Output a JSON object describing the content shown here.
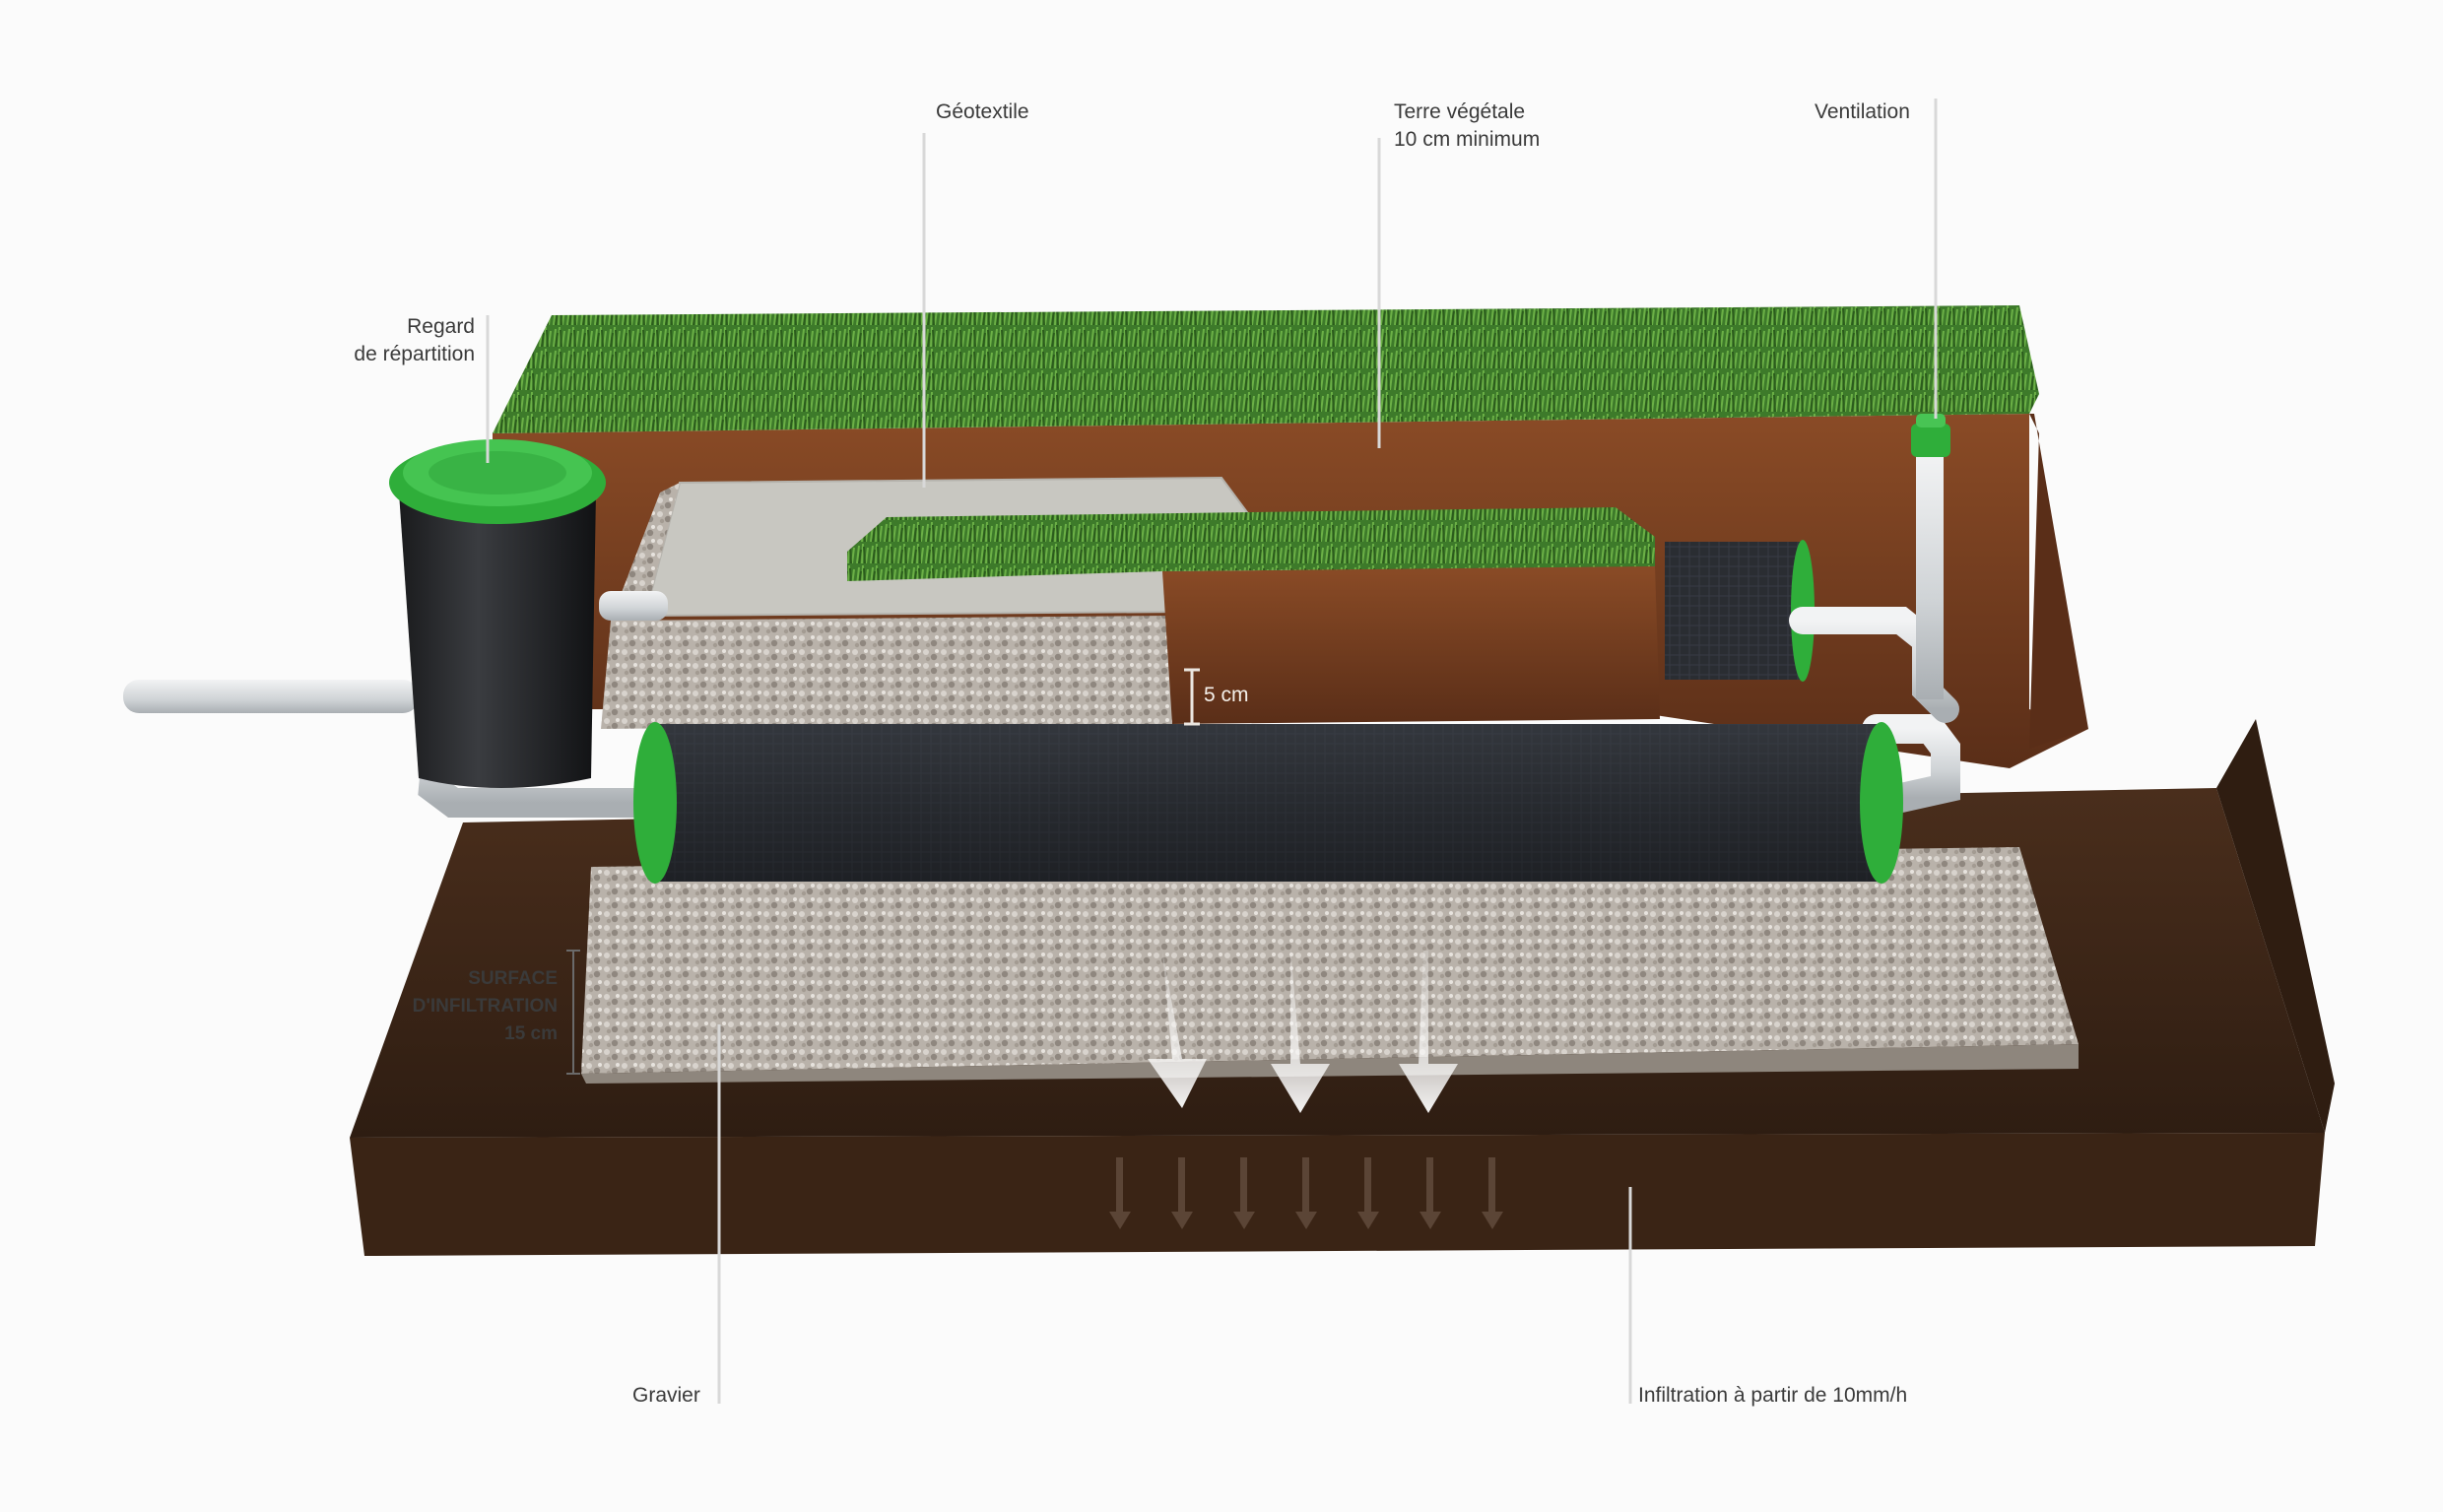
{
  "labels": {
    "regard": [
      "Regard",
      "de répartition"
    ],
    "geotextile": "Géotextile",
    "terre": [
      "Terre végétale",
      "10 cm minimum"
    ],
    "ventilation": "Ventilation",
    "cinq_cm": "5 cm",
    "surface": [
      "SURFACE",
      "D'INFILTRATION",
      "15 cm"
    ],
    "gravier": "Gravier",
    "infiltration": "Infiltration à partir de 10mm/h"
  },
  "colors": {
    "grass": "#3f7a2c",
    "soil": "#6a3a1f",
    "ground": "#3d2617",
    "gravel": "#b8b0a8",
    "tube": "#23262b",
    "ring_green": "#2fae3a",
    "pipe": "#d9dcdf",
    "geotextile": "#c7c6c0"
  }
}
